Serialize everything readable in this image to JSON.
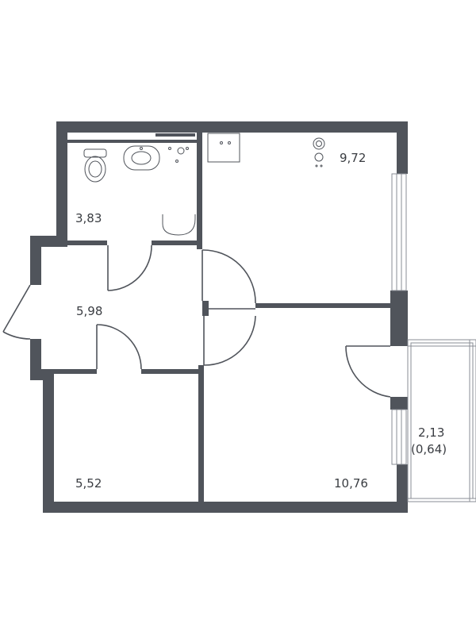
{
  "rooms": {
    "bathroom": {
      "area": "3,83"
    },
    "kitchen": {
      "area": "9,72"
    },
    "hallway": {
      "area": "5,98"
    },
    "bedroom": {
      "area": "5,52"
    },
    "living_room": {
      "area": "10,76"
    },
    "balcony": {
      "area": "2,13",
      "reduced_area": "(0,64)"
    }
  },
  "colors": {
    "wall": "#50545b",
    "text": "#3a3d42",
    "glass": "#8a8e94"
  }
}
